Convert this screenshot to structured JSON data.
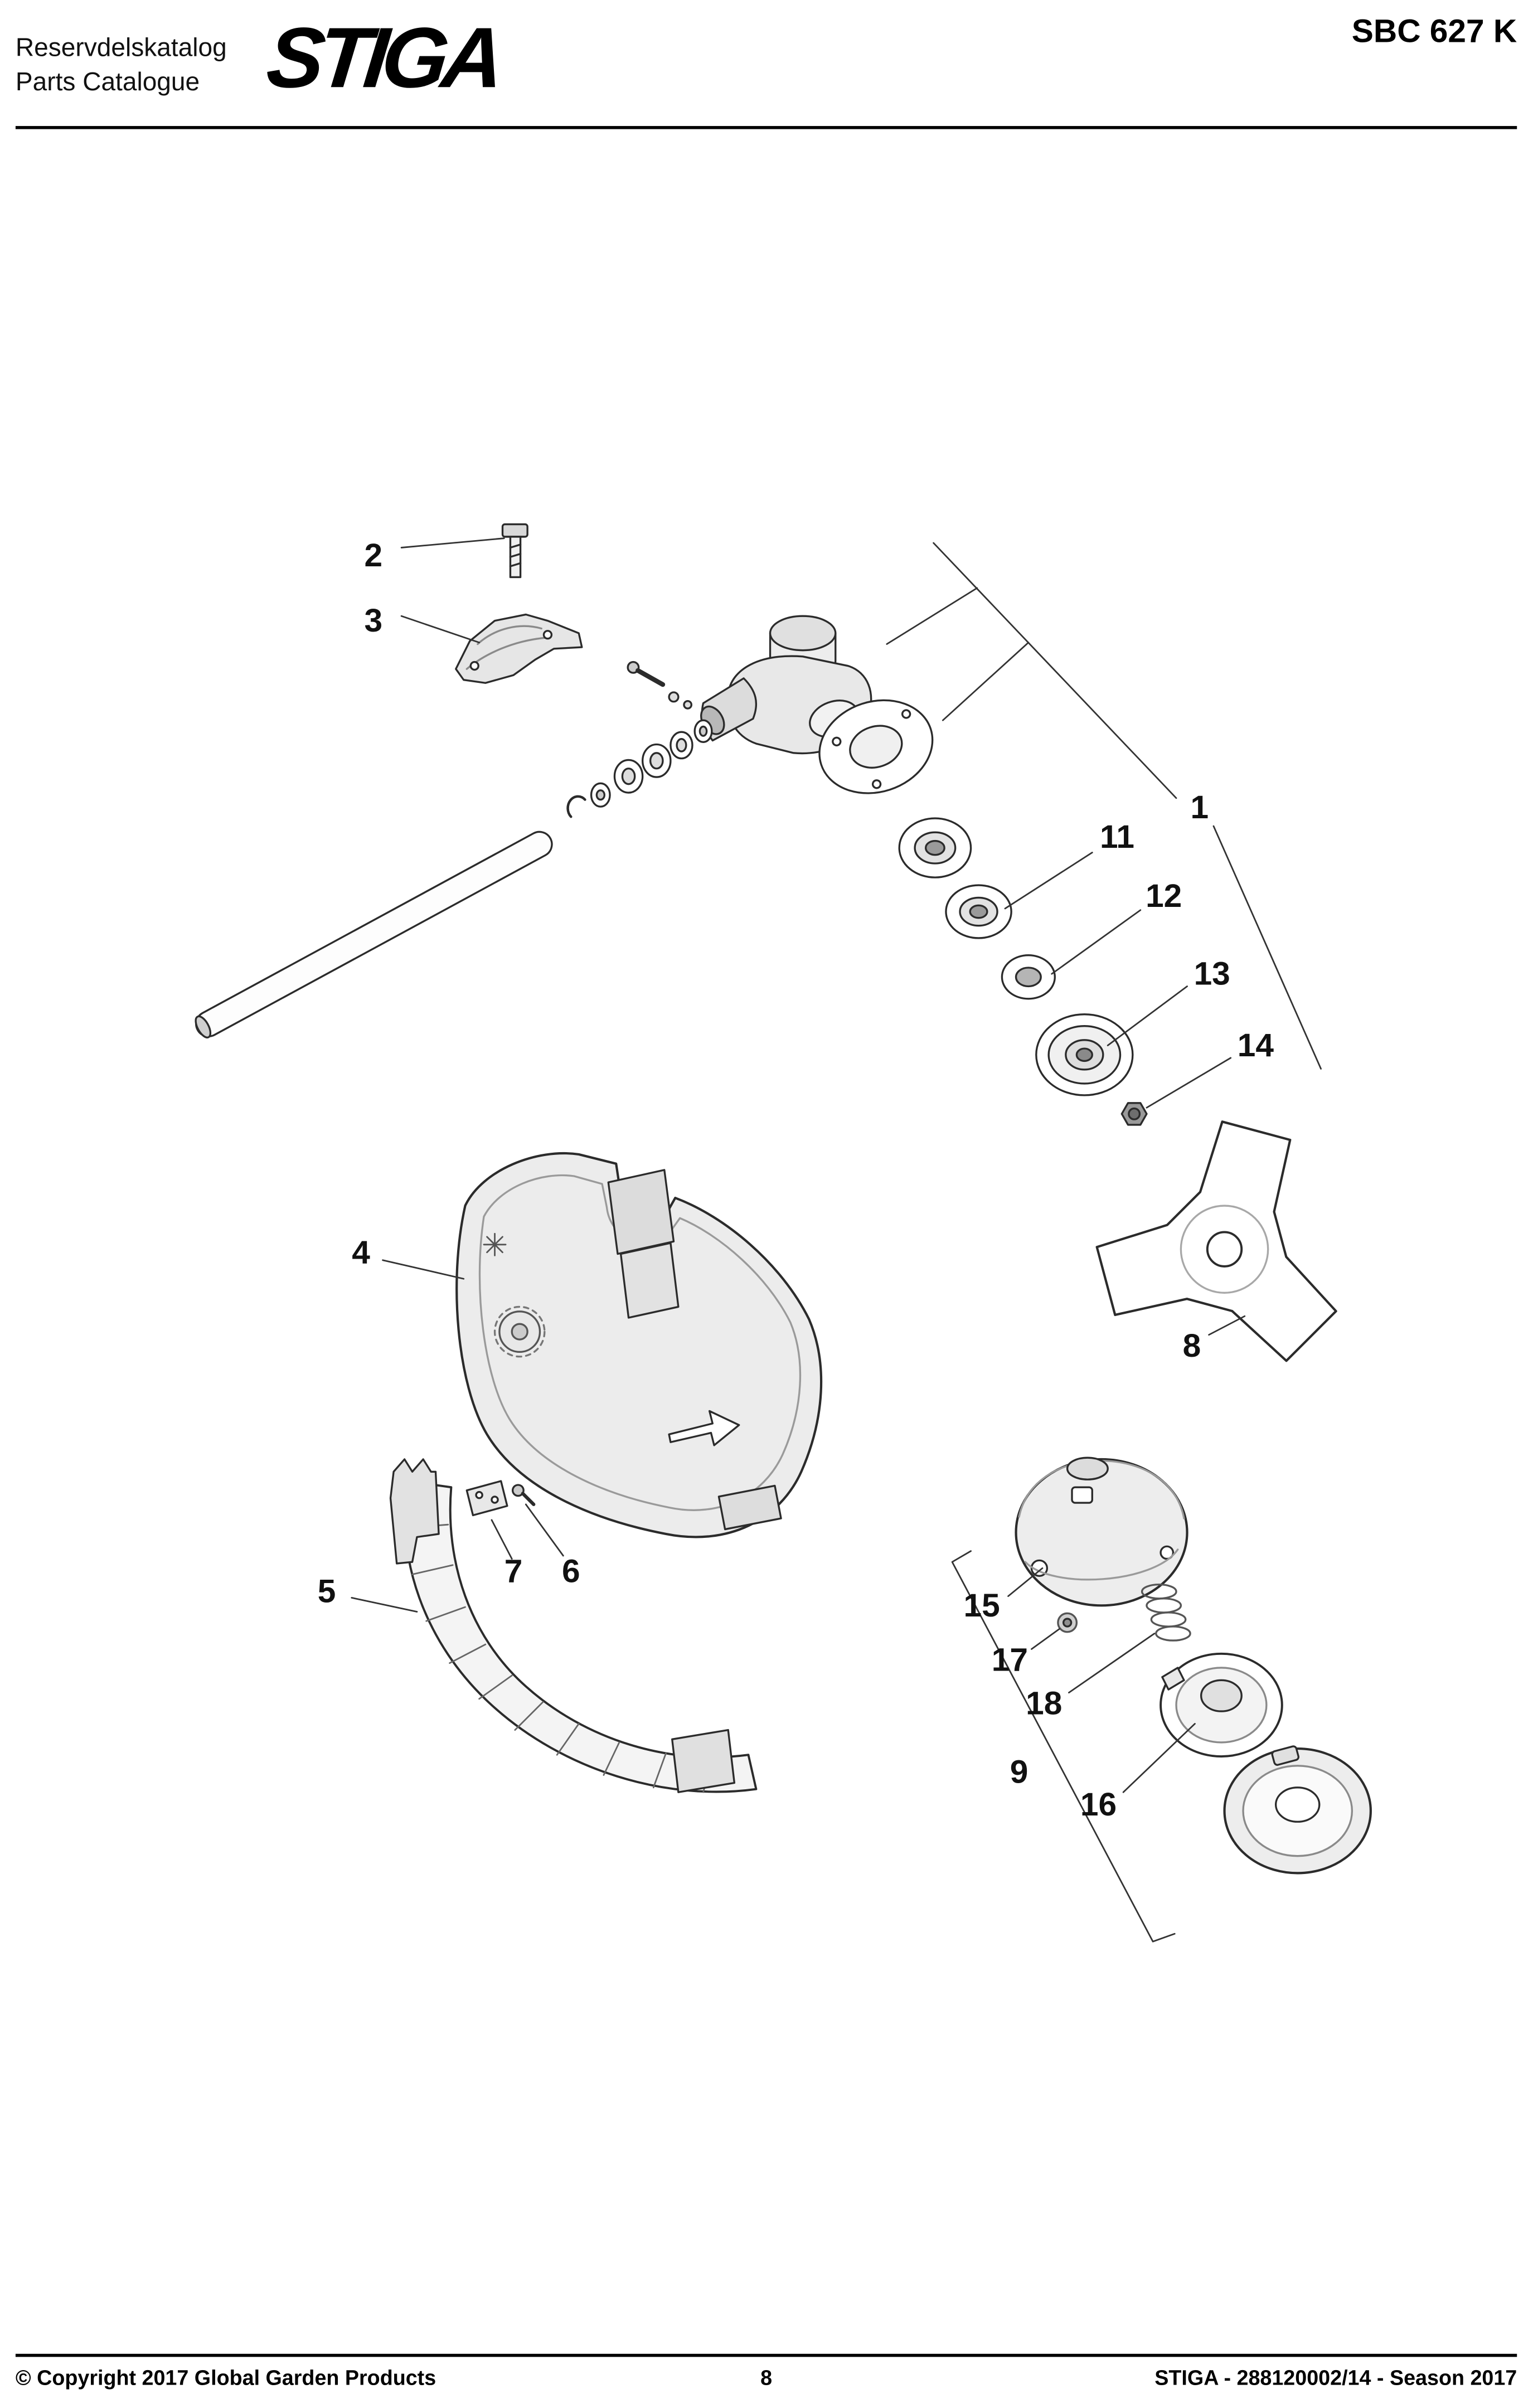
{
  "header": {
    "catalog_title_sv": "Reservdelskatalog",
    "catalog_title_en": "Parts Catalogue",
    "brand_logo": "STIGA",
    "model": "SBC 627 K"
  },
  "diagram": {
    "description": "Exploded parts view of SBC 627 K brushcutter head, guard and trimmer spool assembly",
    "callouts": {
      "n1": "1",
      "n2": "2",
      "n3": "3",
      "n4": "4",
      "n5": "5",
      "n6": "6",
      "n7": "7",
      "n8": "8",
      "n9": "9",
      "n11": "11",
      "n12": "12",
      "n13": "13",
      "n14": "14",
      "n15": "15",
      "n16": "16",
      "n17": "17",
      "n18": "18"
    }
  },
  "footer": {
    "copyright": "© Copyright 2017 Global Garden Products",
    "page_number": "8",
    "reference": "STIGA - 288120002/14 - Season 2017"
  },
  "colors": {
    "ink": "#000000",
    "paper": "#ffffff"
  }
}
